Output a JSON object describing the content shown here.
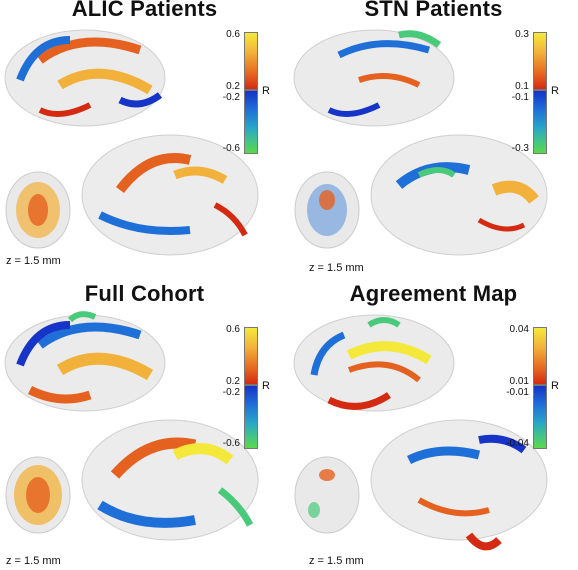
{
  "panels": [
    {
      "title": "ALIC Patients",
      "zlabel": "z = 1.5 mm",
      "colorbar": {
        "max": "0.6",
        "pos_thr": "0.2",
        "neg_thr": "-0.2",
        "min": "-0.6",
        "label": "R"
      }
    },
    {
      "title": "STN Patients",
      "zlabel": "z = 1.5 mm",
      "colorbar": {
        "max": "0.3",
        "pos_thr": "0.1",
        "neg_thr": "-0.1",
        "min": "-0.3",
        "label": "R"
      }
    },
    {
      "title": "Full Cohort",
      "zlabel": "z = 1.5 mm",
      "colorbar": {
        "max": "0.6",
        "pos_thr": "0.2",
        "neg_thr": "-0.2",
        "min": "-0.6",
        "label": "R"
      }
    },
    {
      "title": "Agreement Map",
      "zlabel": "z = 1.5 mm",
      "colorbar": {
        "max": "0.04",
        "pos_thr": "0.01",
        "neg_thr": "-0.01",
        "min": "-0.04",
        "label": "R"
      }
    }
  ],
  "colors": {
    "positive_high": "#f4e93a",
    "positive_low": "#d42a12",
    "negative_high": "#1634c8",
    "negative_low": "#5bd84a",
    "brain_surface": "#ececec"
  }
}
